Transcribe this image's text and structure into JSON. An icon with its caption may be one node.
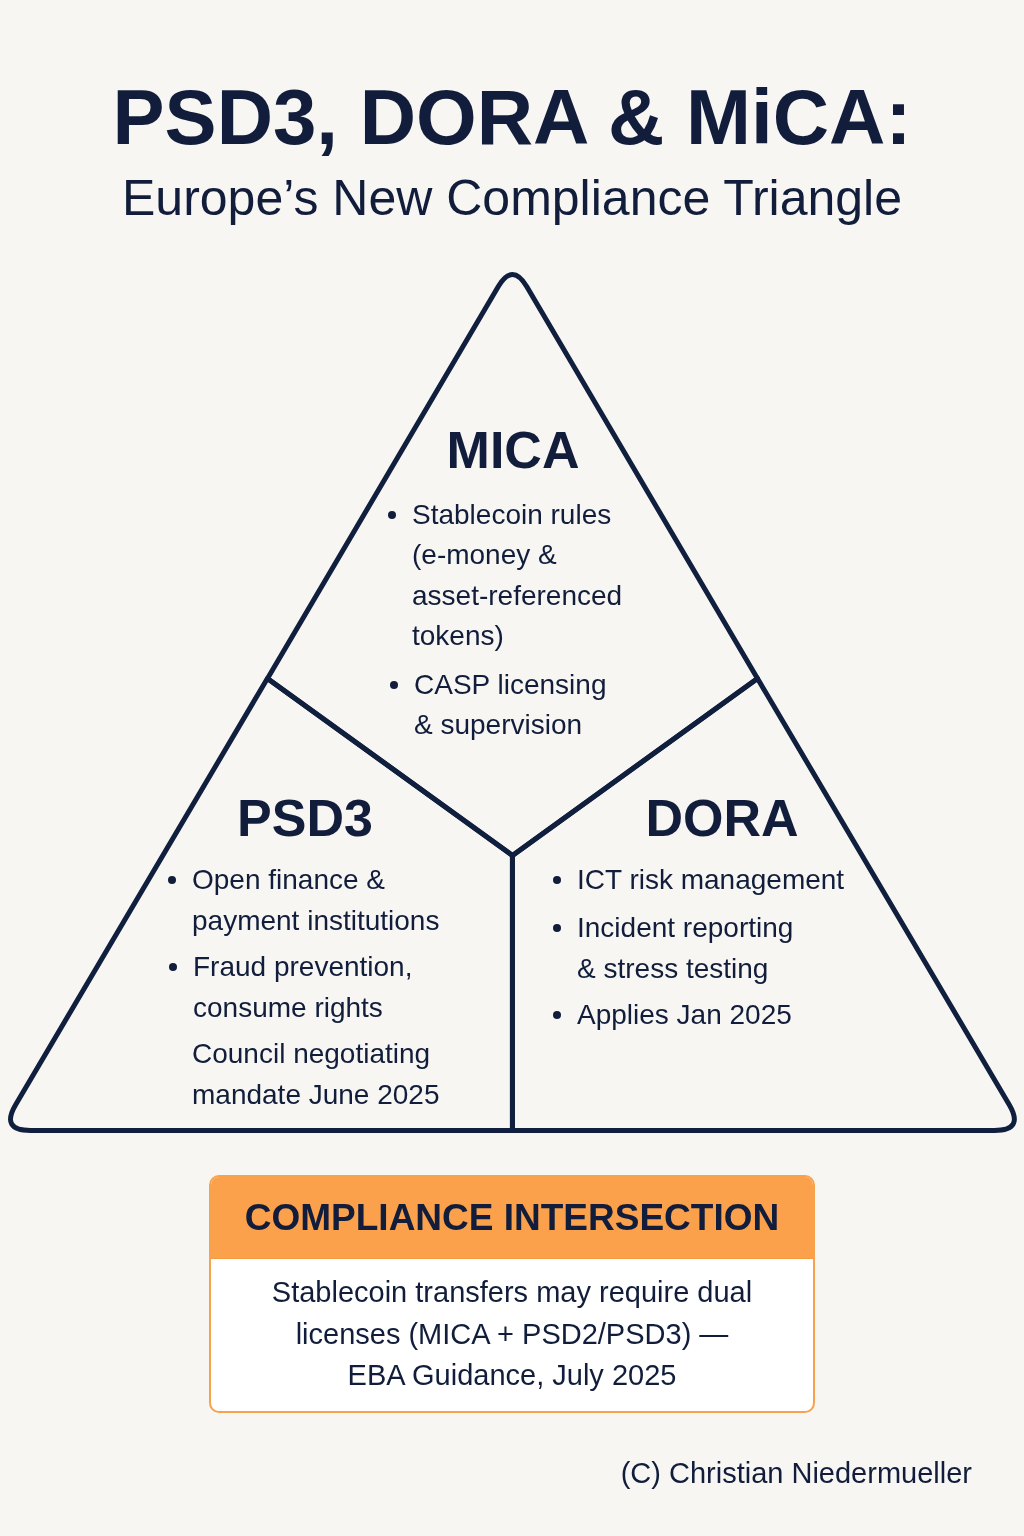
{
  "diagram": {
    "title": "PSD3, DORA & MiCA:",
    "nodes": [
      {
        "text": [
          "MICA",
          "Stablecoin rules (e-money & asset-referenced tokens)",
          "CASP licensing & supervision"
        ]
      },
      {
        "text": [
          "PSD3",
          "Open finance & payment institutions",
          "Fraud prevention, consume rights",
          "Council negotiating mandate June 2025"
        ]
      },
      {
        "text": [
          "DORA",
          "ICT risk management",
          "Incident reporting & stress testing",
          "Applies Jan 2025"
        ]
      },
      {
        "text": [
          "COMPLIANCE INTERSECTION",
          "Stablecoin transfers may require dual licenses (MICA + PSD2/PSD3) — EBA Guidance, July 2025"
        ]
      }
    ],
    "labels": [
      "Europe’s New Compliance Triangle",
      "(C) Christian Niedermueller"
    ]
  }
}
